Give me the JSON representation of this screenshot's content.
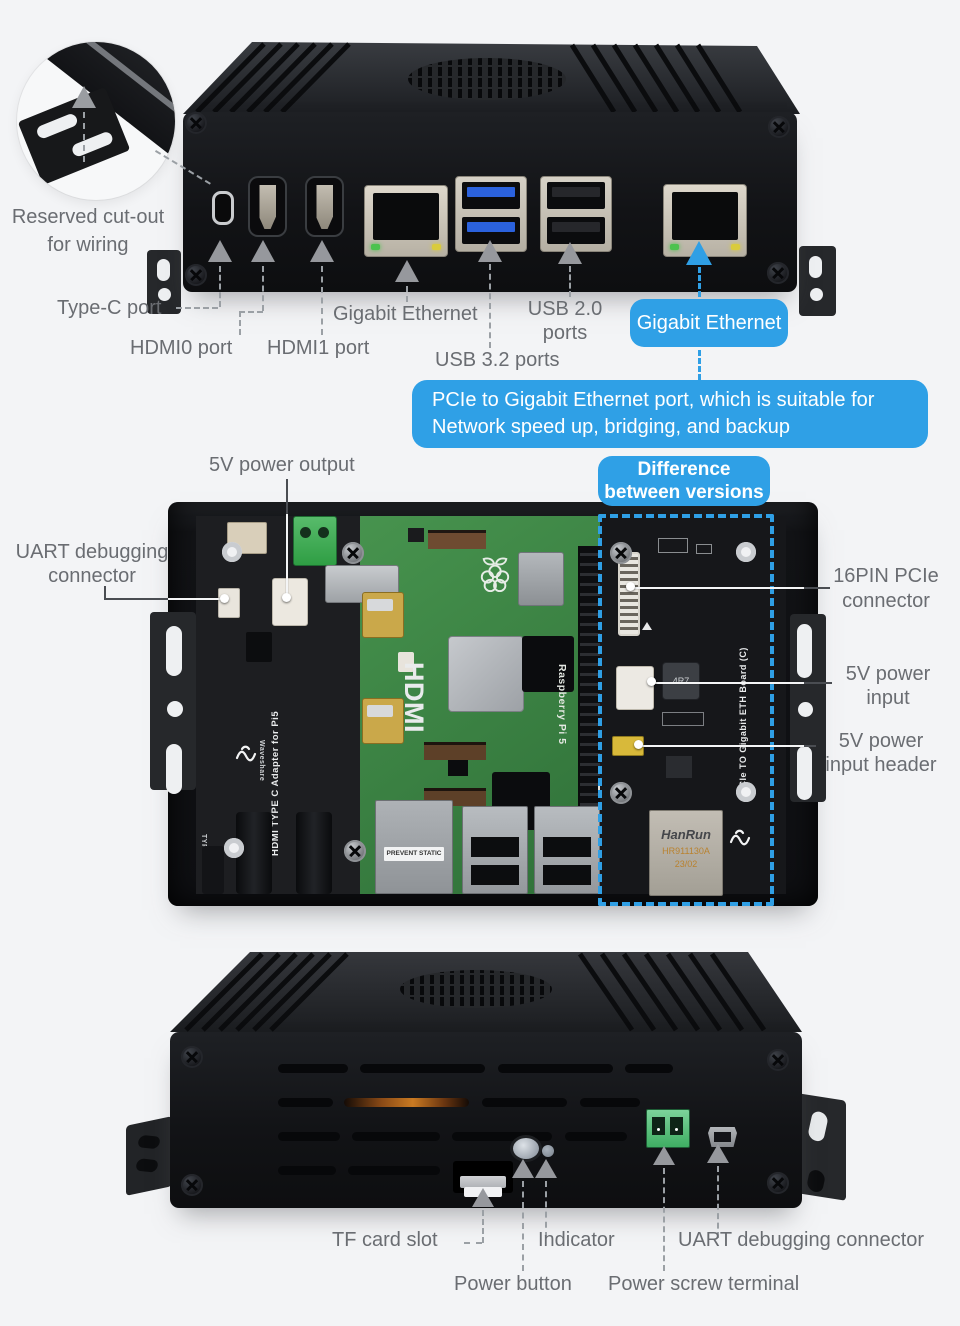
{
  "colors": {
    "accent_blue": "#2fa0e6",
    "label_gray": "#6a6d72",
    "dash_gray": "#9ba0a5",
    "usb3_blue": "#2b62dd",
    "terminal_green": "#3fae63"
  },
  "front_view": {
    "magnifier_label_1": "Reserved cut-out",
    "magnifier_label_2": "for wiring",
    "labels": {
      "type_c": "Type-C port",
      "hdmi0": "HDMI0 port",
      "hdmi1": "HDMI1 port",
      "gigabit_eth": "Gigabit Ethernet",
      "usb20_1": "USB 2.0",
      "usb20_2": "ports",
      "usb32": "USB 3.2 ports"
    },
    "badge": "Gigabit Ethernet",
    "note_1": "PCIe to Gigabit Ethernet port, which is suitable for",
    "note_2": "Network speed up, bridging, and backup"
  },
  "internal_view": {
    "labels": {
      "power_output": "5V power output",
      "uart_1": "UART debugging",
      "uart_2": "connector",
      "pcie16_1": "16PIN PCIe",
      "pcie16_2": "connector",
      "power_input_1": "5V power",
      "power_input_2": "input",
      "power_header_1": "5V power",
      "power_header_2": "input header"
    },
    "badge_1": "Difference",
    "badge_2": "between versions",
    "boards": {
      "adapter": "HDMI TYPE C Adapter for Pi5",
      "pi": "Raspberry Pi 5",
      "hdmi_mark": "HDMI",
      "eth_board": "PCIe TO Gigabit ETH Board (C)",
      "inductor": "4R7",
      "jack_brand": "HanRun",
      "jack_model": "HR911130A",
      "jack_date": "23/02",
      "static_label": "PREVENT STATIC",
      "brand": "Waveshare",
      "type_c_mark": "TYPE C"
    }
  },
  "rear_view": {
    "labels": {
      "tf": "TF card slot",
      "indicator": "Indicator",
      "uart": "UART debugging connector",
      "power_button": "Power button",
      "terminal": "Power screw terminal"
    }
  }
}
